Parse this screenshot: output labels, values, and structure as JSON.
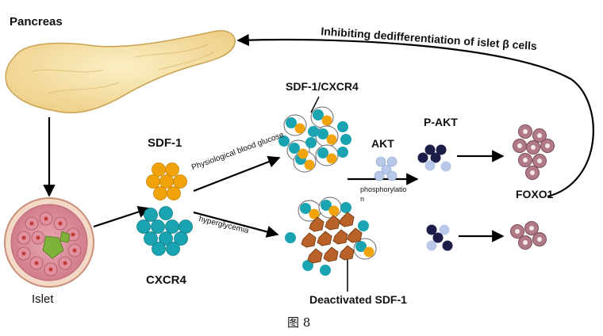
{
  "labels": {
    "pancreas": "Pancreas",
    "islet": "Islet",
    "sdf1": "SDF-1",
    "cxcr4": "CXCR4",
    "sdf1_cxcr4": "SDF-1/CXCR4",
    "physiological": "Physiological blood glucose",
    "hyperglycemia": "hyperglycemia",
    "akt": "AKT",
    "pakt": "P-AKT",
    "phosphorylation_1": "phosphorylatio",
    "phosphorylation_2": "n",
    "foxo1": "FOXO1",
    "deactivated": "Deactivated SDF-1",
    "inhibiting": "Inhibiting dedifferentiation of islet β cells"
  },
  "caption": "图 8",
  "colors": {
    "sdf1": "#f0a30a",
    "cxcr4": "#1aa3b0",
    "akt": "#b8c8e8",
    "pakt": "#1c1d48",
    "foxo1": "#b07a86",
    "deactivated": "#b8622a",
    "pancreas": "#f6e3a8"
  }
}
